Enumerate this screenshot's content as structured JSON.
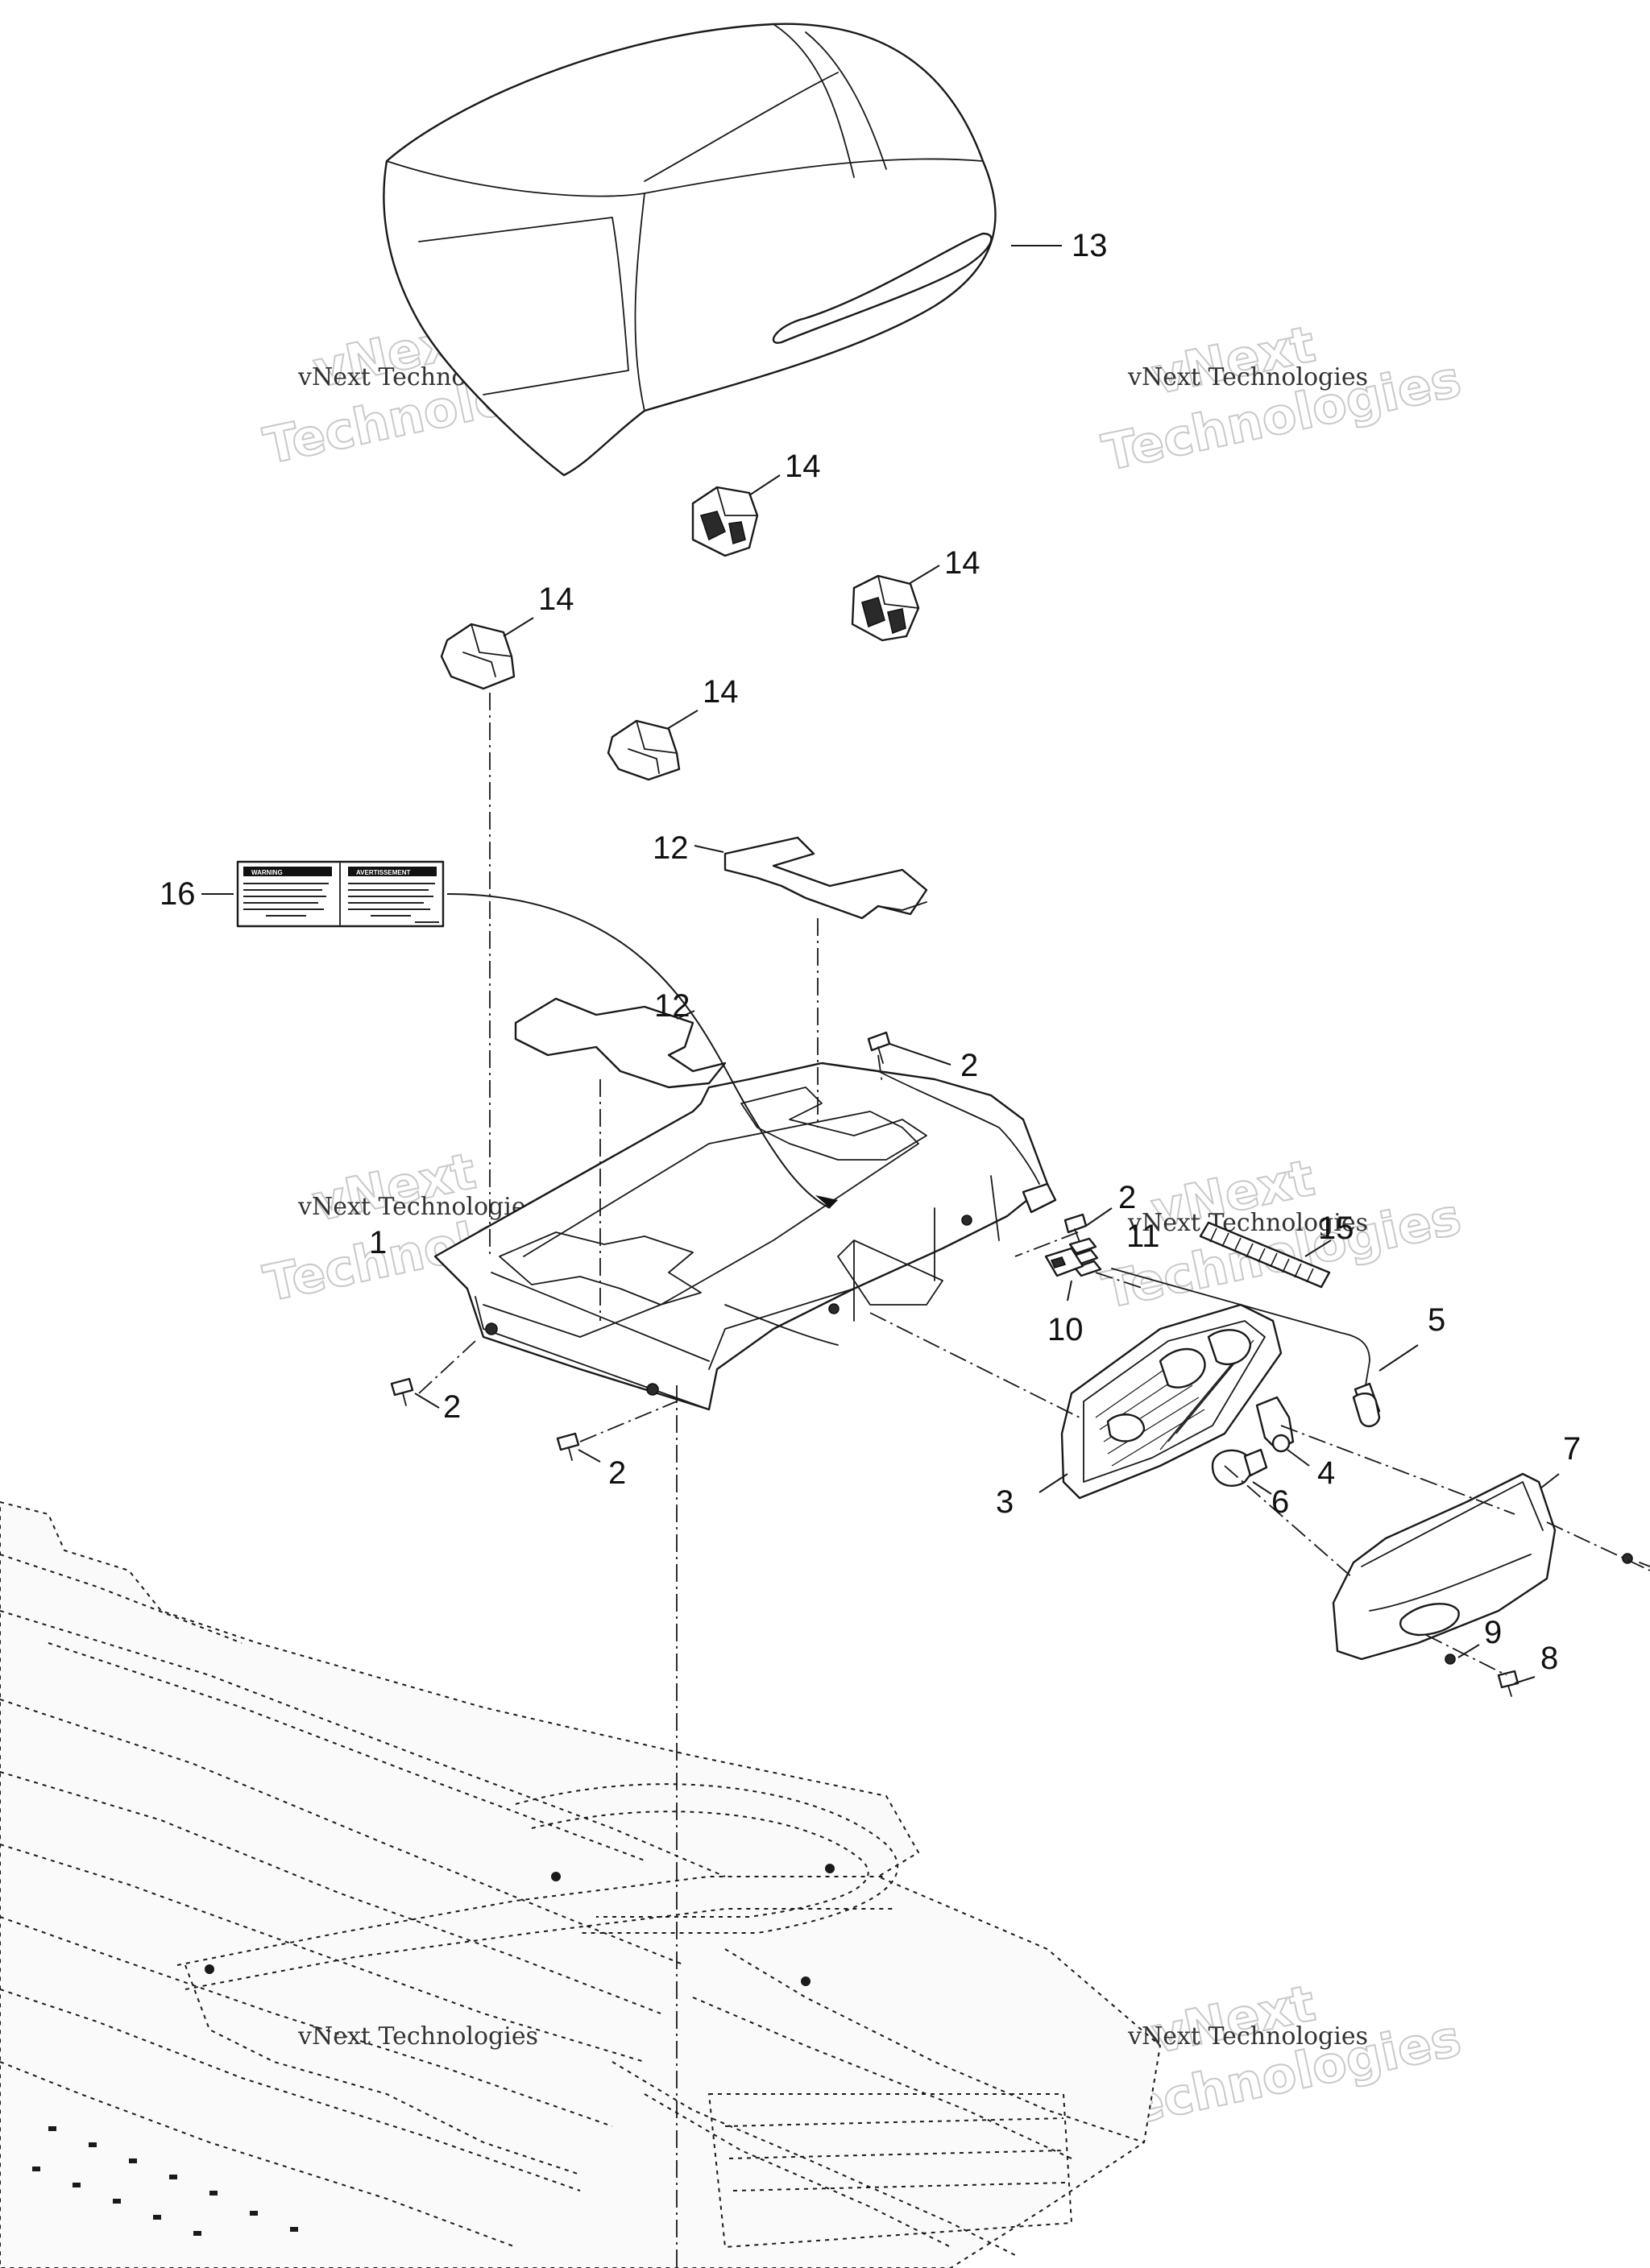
{
  "watermark": {
    "small_text": "vNext Technologies",
    "big_line1": "vNext",
    "big_line2": "Technologies"
  },
  "decal": {
    "left_heading": "WARNING",
    "right_heading": "AVERTISSEMENT"
  },
  "callouts": [
    {
      "label": "13"
    },
    {
      "label": "14"
    },
    {
      "label": "14"
    },
    {
      "label": "14"
    },
    {
      "label": "14"
    },
    {
      "label": "12"
    },
    {
      "label": "16"
    },
    {
      "label": "12"
    },
    {
      "label": "2"
    },
    {
      "label": "2"
    },
    {
      "label": "1"
    },
    {
      "label": "11"
    },
    {
      "label": "15"
    },
    {
      "label": "10"
    },
    {
      "label": "5"
    },
    {
      "label": "2"
    },
    {
      "label": "2"
    },
    {
      "label": "4"
    },
    {
      "label": "3"
    },
    {
      "label": "6"
    },
    {
      "label": "7"
    },
    {
      "label": "9"
    },
    {
      "label": "8"
    }
  ]
}
